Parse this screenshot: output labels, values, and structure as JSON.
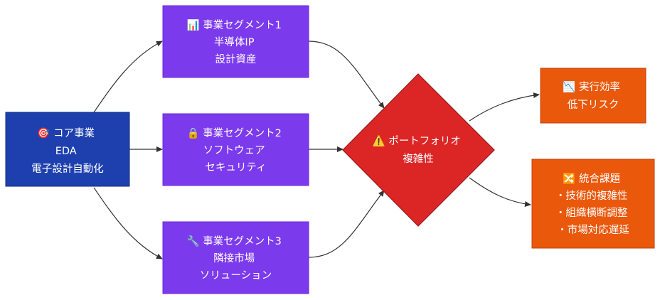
{
  "colors": {
    "core": "#1e40af",
    "core_border": "#0f2d78",
    "segment": "#7c3aed",
    "segment_border": "#6d28d9",
    "portfolio": "#dc2626",
    "portfolio_border": "#991b1b",
    "outcome": "#ea580c",
    "outcome_border": "#c2410c",
    "edge": "#333333"
  },
  "nodes": {
    "core": {
      "icon": "target-icon",
      "lines": [
        "🎯 コア事業",
        "EDA",
        "電子設計自動化"
      ]
    },
    "seg1": {
      "icon": "bar-chart-icon",
      "lines": [
        "📊 事業セグメント1",
        "半導体IP",
        "設計資産"
      ]
    },
    "seg2": {
      "icon": "lock-icon",
      "lines": [
        "🔒 事業セグメント2",
        "ソフトウェア",
        "セキュリティ"
      ]
    },
    "seg3": {
      "icon": "wrench-icon",
      "lines": [
        "🔧 事業セグメント3",
        "隣接市場",
        "ソリューション"
      ]
    },
    "portfolio": {
      "icon": "warning-icon",
      "lines": [
        "⚠️ ポートフォリオ",
        "複雑性"
      ]
    },
    "efficiency": {
      "icon": "chart-decreasing-icon",
      "lines": [
        "📉 実行効率",
        "低下リスク"
      ]
    },
    "integration": {
      "icon": "shuffle-icon",
      "lines": [
        "🔀 統合課題",
        "・技術的複雑性",
        "・組織横断調整",
        "・市場対応遅延"
      ]
    }
  }
}
